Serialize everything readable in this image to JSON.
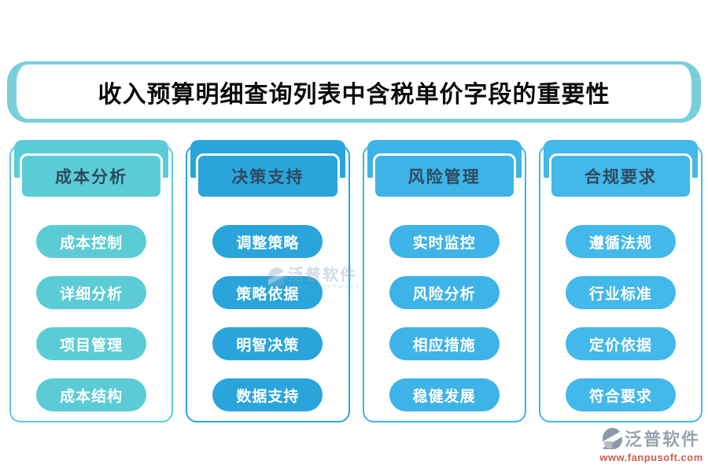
{
  "title": "收入预算明细查询列表中含税单价字段的重要性",
  "columns": [
    {
      "header": "成本分析",
      "color": "#5bccd6",
      "items": [
        "成本控制",
        "详细分析",
        "项目管理",
        "成本结构"
      ]
    },
    {
      "header": "决策支持",
      "color": "#29a5dc",
      "items": [
        "调整策略",
        "策略依据",
        "明智决策",
        "数据支持"
      ]
    },
    {
      "header": "风险管理",
      "color": "#3eb3e7",
      "items": [
        "实时监控",
        "风险分析",
        "相应措施",
        "稳健发展"
      ]
    },
    {
      "header": "合规要求",
      "color": "#43b8ea",
      "items": [
        "遵循法规",
        "行业标准",
        "定价依据",
        "符合要求"
      ]
    }
  ],
  "watermark": {
    "text": "泛普软件",
    "subtext": "FANPU SOFTWARE"
  },
  "footer": {
    "brand": "泛普软件",
    "url": "www.fanpusoft.com",
    "brand_color": "#9aa2b0",
    "url_color": "#d05f4b"
  },
  "style_colors": {
    "title_border": "#79cfd9",
    "header_text": "#2e4a60",
    "pill_text": "#ffffff",
    "background": "#ffffff"
  }
}
